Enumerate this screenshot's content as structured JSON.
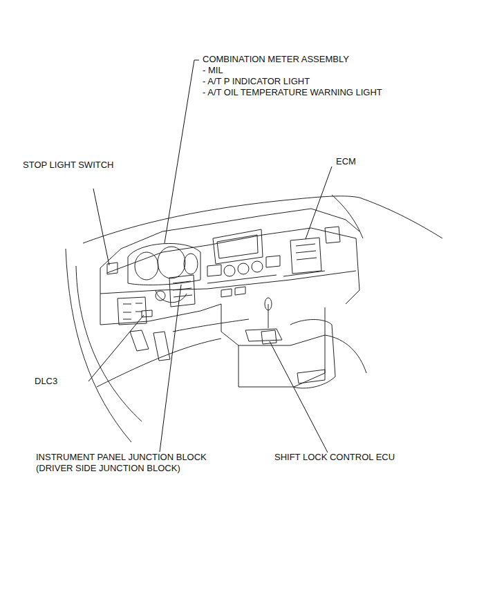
{
  "diagram": {
    "labels": [
      "COMBINATION METER ASSEMBLY",
      "- MIL",
      "- A/T P INDICATOR LIGHT",
      "- A/T OIL TEMPERATURE WARNING LIGHT",
      "STOP LIGHT SWITCH",
      "ECM",
      "DLC3",
      "INSTRUMENT PANEL JUNCTION BLOCK (DRIVER SIDE JUNCTION BLOCK)",
      "SHIFT LOCK CONTROL ECU"
    ]
  }
}
